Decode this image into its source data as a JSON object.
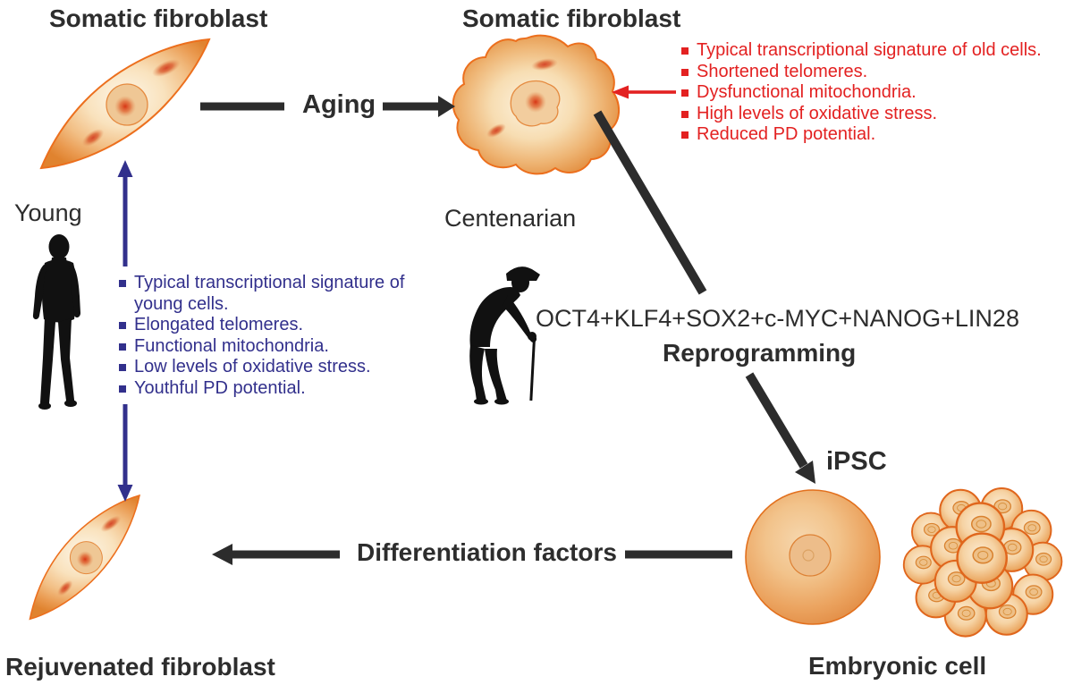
{
  "figure": {
    "top_left_title": "Somatic fibroblast",
    "top_right_title": "Somatic fibroblast",
    "aging_label": "Aging",
    "young_label": "Young",
    "centenarian_label": "Centenarian",
    "genes_label": "OCT4+KLF4+SOX2+c-MYC+NANOG+LIN28",
    "reprogramming_label": "Reprogramming",
    "ipsc_label": "iPSC",
    "differentiation_label": "Differentiation factors",
    "rejuvenated_title": "Rejuvenated fibroblast",
    "embryonic_title": "Embryonic cell"
  },
  "old_cell_traits": [
    "Typical transcriptional signature of old cells.",
    "Shortened telomeres.",
    "Dysfunctional mitochondria.",
    "High levels of oxidative stress.",
    "Reduced PD potential."
  ],
  "young_cell_traits": [
    "Typical transcriptional signature of young cells.",
    "Elongated telomeres.",
    "Functional mitochondria.",
    "Low levels of oxidative stress.",
    "Youthful PD potential."
  ],
  "colors": {
    "trait_red": "#e32121",
    "trait_blue": "#32308c",
    "arrow_black": "#2c2c2c",
    "text_dark": "#2d2d2d",
    "cell_orange": "#e87a28"
  }
}
